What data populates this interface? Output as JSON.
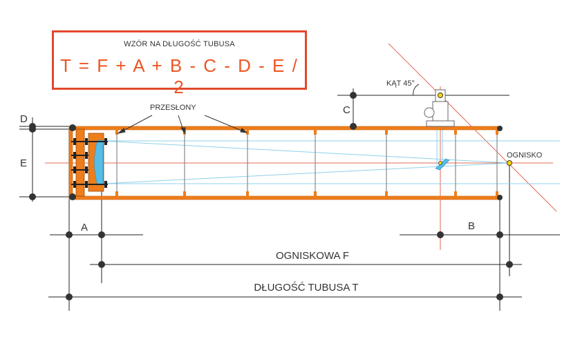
{
  "formula": {
    "caption": "WZÓR NA DŁUGOŚĆ TUBUSA",
    "text": "T = F + A + B - C - D - E / 2"
  },
  "labels": {
    "baffles": "PRZESŁONY",
    "angle": "KĄT 45°",
    "focus": "OGNISKO",
    "a": "A",
    "b": "B",
    "c": "C",
    "d": "D",
    "e": "E",
    "focal_length": "OGNISKOWA  F",
    "tube_length": "DŁUGOŚĆ TUBUSA  T"
  },
  "colors": {
    "tube": "#ef7d1a",
    "tube_dark": "#c2600c",
    "formula_border": "#e0482c",
    "formula_text": "#ee5522",
    "ray": "#8fd0ea",
    "axis": "#e06a55",
    "mirror": "#55bde8",
    "dimension_line": "#222222"
  }
}
